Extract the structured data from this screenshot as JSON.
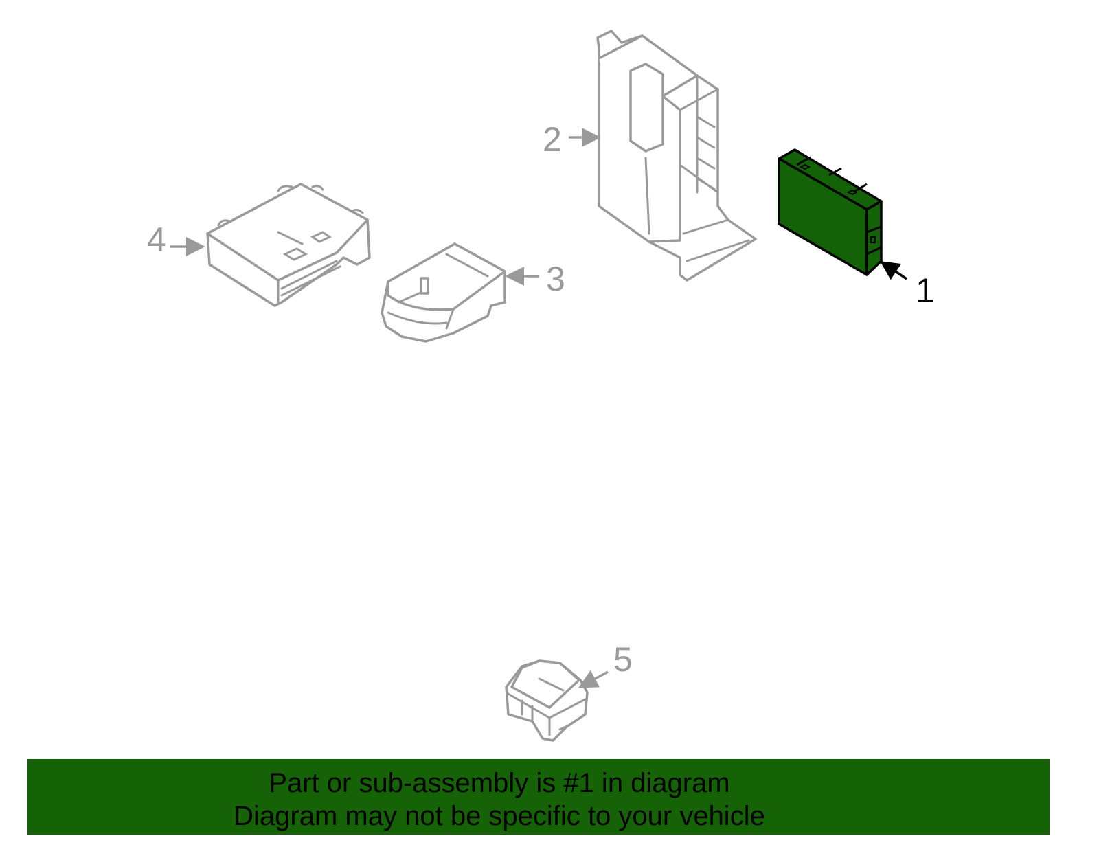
{
  "callouts": [
    {
      "number": "1",
      "highlighted": true
    },
    {
      "number": "2",
      "highlighted": false
    },
    {
      "number": "3",
      "highlighted": false
    },
    {
      "number": "4",
      "highlighted": false
    },
    {
      "number": "5",
      "highlighted": false
    }
  ],
  "colors": {
    "highlight": "#136207",
    "banner": "#156306",
    "part_outline": "#9a9a9a"
  },
  "banner": {
    "line1": "Part or sub-assembly is #1 in diagram",
    "line2": "Diagram may not be specific to your vehicle"
  }
}
